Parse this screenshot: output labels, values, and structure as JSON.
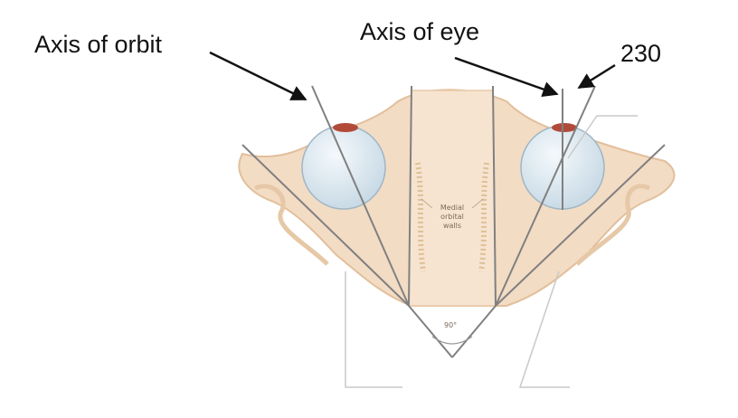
{
  "labels": {
    "axis_of_orbit": "Axis of orbit",
    "axis_of_eye": "Axis of eye",
    "angle_value": "23",
    "angle_superscript": "0",
    "medial_walls_line1": "Medial",
    "medial_walls_line2": "orbital",
    "medial_walls_line3": "walls",
    "angle_90": "90°"
  },
  "colors": {
    "bone": "#f3dcc4",
    "bone_dark": "#e2bf9b",
    "eyeball": "#d6e5ee",
    "eyeball_edge": "#9fb6c5",
    "cornea": "#b24a3a",
    "axis_line": "#808080",
    "arrow": "#111111",
    "leader": "#c9c9c9"
  }
}
